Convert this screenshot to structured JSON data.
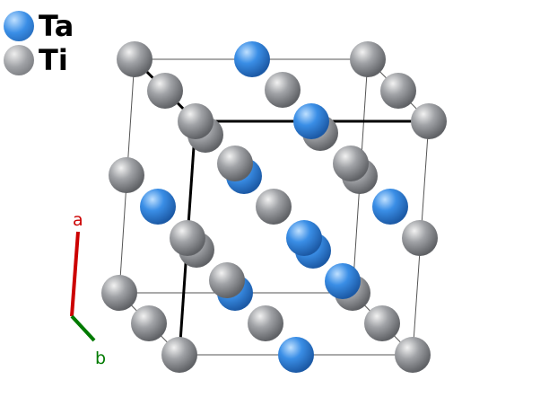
{
  "legend": {
    "items": [
      {
        "label": "Ta",
        "color": "#3a8ee6"
      },
      {
        "label": "Ti",
        "color": "#a0a2a6"
      }
    ]
  },
  "axes": {
    "a_label": "a",
    "a_color": "#cc0000",
    "b_label": "b",
    "b_color": "#007a00"
  },
  "colors": {
    "cell_line": "#555555",
    "bond": "#000000"
  }
}
